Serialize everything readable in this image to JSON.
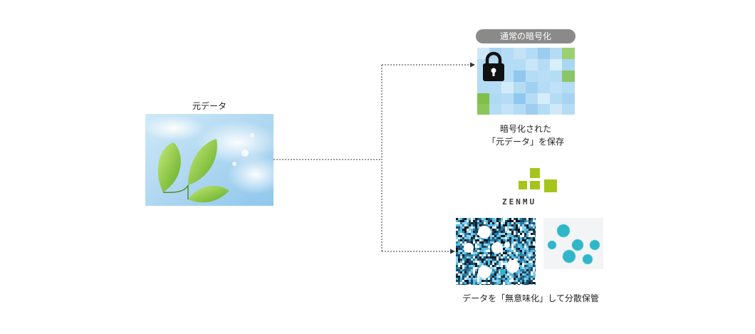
{
  "original": {
    "label": "元データ"
  },
  "normal_encryption": {
    "badge": "通常の暗号化",
    "caption_line1": "暗号化された",
    "caption_line2": "「元データ」を保存",
    "icon": "lock-icon"
  },
  "zenmu": {
    "logo_text": "ZENMU",
    "caption": "データを「無意味化」して分散保管"
  },
  "colors": {
    "sky_blue": "#a9d4f0",
    "leaf_green": "#7fc23a",
    "zenmu_green": "#a6c51c",
    "badge_gray": "#8a8a8a",
    "dots_cyan": "#2fb6c9",
    "connector": "#333333"
  }
}
